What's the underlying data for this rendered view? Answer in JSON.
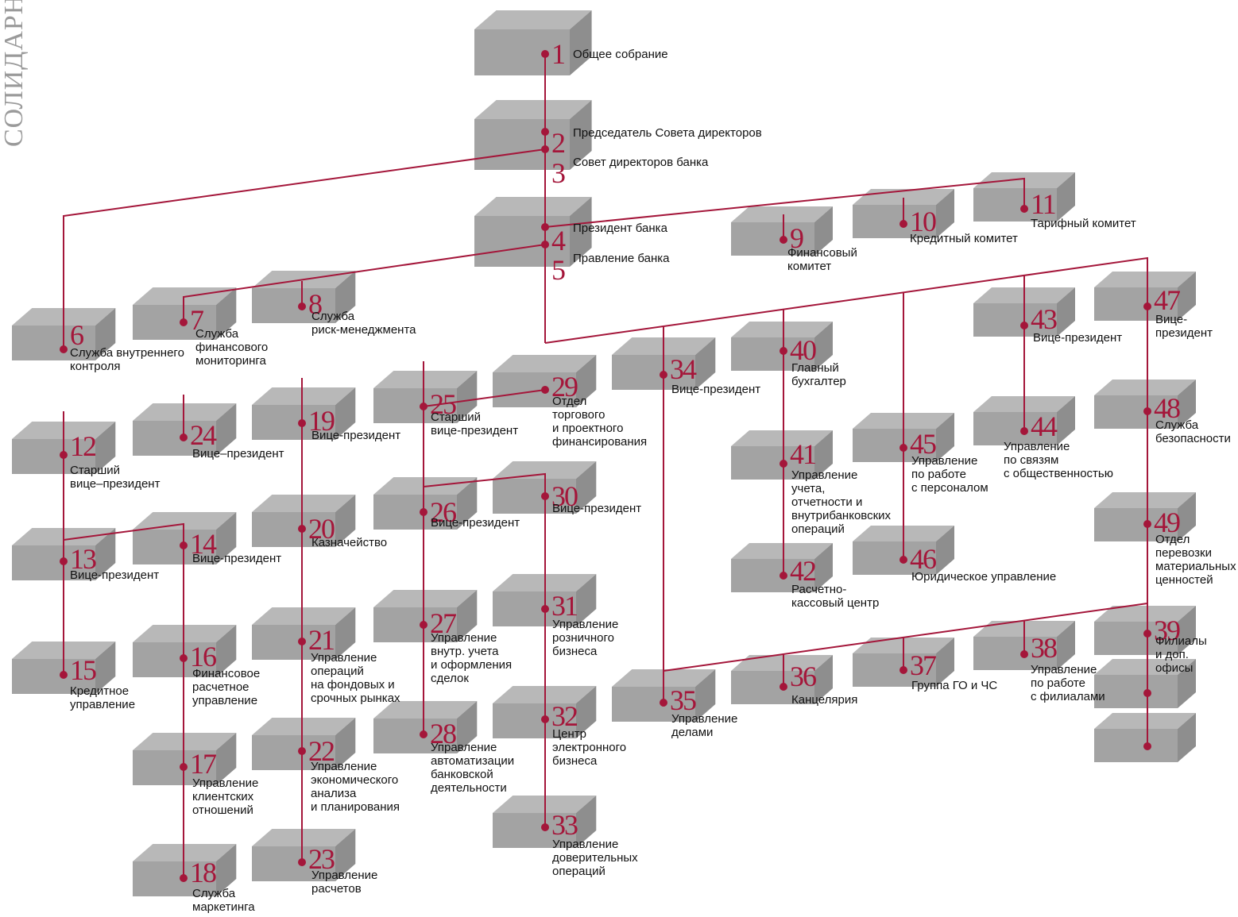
{
  "colors": {
    "connector": "#a4163a",
    "box_top": "#b8b8b8",
    "box_front": "#a3a3a3",
    "box_side": "#8e8e8e"
  },
  "watermark": "СОЛИДАРН",
  "units": [
    {
      "id": 1,
      "num": "1",
      "label": [
        "Общее собрание"
      ]
    },
    {
      "id": 2,
      "num": "2",
      "label": [
        "Председатель Совета директоров"
      ]
    },
    {
      "id": 3,
      "num": "3",
      "label": [
        "Совет директоров банка"
      ]
    },
    {
      "id": 4,
      "num": "4",
      "label": [
        "Президент банка"
      ]
    },
    {
      "id": 5,
      "num": "5",
      "label": [
        "Правление банка"
      ]
    },
    {
      "id": 6,
      "num": "6",
      "label": [
        "Служба внутреннего",
        "контроля"
      ]
    },
    {
      "id": 7,
      "num": "7",
      "label": [
        "Служба",
        "финансового",
        "мониторинга"
      ]
    },
    {
      "id": 8,
      "num": "8",
      "label": [
        "Служба",
        "риск-менеджмента"
      ]
    },
    {
      "id": 9,
      "num": "9",
      "label": [
        "Финансовый",
        "комитет"
      ]
    },
    {
      "id": 10,
      "num": "10",
      "label": [
        "Кредитный комитет"
      ]
    },
    {
      "id": 11,
      "num": "11",
      "label": [
        "Тарифный комитет"
      ]
    },
    {
      "id": 12,
      "num": "12",
      "label": [
        "Старший",
        "вице–президент"
      ]
    },
    {
      "id": 13,
      "num": "13",
      "label": [
        "Вице-президент"
      ]
    },
    {
      "id": 14,
      "num": "14",
      "label": [
        "Вице-президент"
      ]
    },
    {
      "id": 15,
      "num": "15",
      "label": [
        "Кредитное",
        "управление"
      ]
    },
    {
      "id": 16,
      "num": "16",
      "label": [
        "Финансовое",
        "расчетное",
        "управление"
      ]
    },
    {
      "id": 17,
      "num": "17",
      "label": [
        "Управление",
        "клиентских",
        "отношений"
      ]
    },
    {
      "id": 18,
      "num": "18",
      "label": [
        "Служба",
        "маркетинга"
      ]
    },
    {
      "id": 19,
      "num": "19",
      "label": [
        "Вице-президент"
      ]
    },
    {
      "id": 20,
      "num": "20",
      "label": [
        "Казначейство"
      ]
    },
    {
      "id": 21,
      "num": "21",
      "label": [
        "Управление",
        "операций",
        "на фондовых и",
        "срочных рынках"
      ]
    },
    {
      "id": 22,
      "num": "22",
      "label": [
        "Управление",
        "экономического",
        "анализа",
        "и планирования"
      ]
    },
    {
      "id": 23,
      "num": "23",
      "label": [
        "Управление",
        "расчетов"
      ]
    },
    {
      "id": 24,
      "num": "24",
      "label": [
        "Вице–президент"
      ]
    },
    {
      "id": 25,
      "num": "25",
      "label": [
        "Старший",
        "вице-президент"
      ]
    },
    {
      "id": 26,
      "num": "26",
      "label": [
        "Вице-президент"
      ]
    },
    {
      "id": 27,
      "num": "27",
      "label": [
        "Управление",
        "внутр. учета",
        "и оформления",
        "сделок"
      ]
    },
    {
      "id": 28,
      "num": "28",
      "label": [
        "Управление",
        "автоматизации",
        "банковской",
        "деятельности"
      ]
    },
    {
      "id": 29,
      "num": "29",
      "label": [
        "Отдел",
        "торгового",
        "и проектного",
        "финансирования"
      ]
    },
    {
      "id": 30,
      "num": "30",
      "label": [
        "Вице-президент"
      ]
    },
    {
      "id": 31,
      "num": "31",
      "label": [
        "Управление",
        "розничного",
        "бизнеса"
      ]
    },
    {
      "id": 32,
      "num": "32",
      "label": [
        "Центр",
        "электронного",
        "бизнеса"
      ]
    },
    {
      "id": 33,
      "num": "33",
      "label": [
        "Управление",
        "доверительных",
        "операций"
      ]
    },
    {
      "id": 34,
      "num": "34",
      "label": [
        "Вице-президент"
      ]
    },
    {
      "id": 35,
      "num": "35",
      "label": [
        "Управление",
        "делами"
      ]
    },
    {
      "id": 36,
      "num": "36",
      "label": [
        "Канцелярия"
      ]
    },
    {
      "id": 37,
      "num": "37",
      "label": [
        "Группа ГО и ЧС"
      ]
    },
    {
      "id": 38,
      "num": "38",
      "label": [
        "Управление",
        "по работе",
        "с филиалами"
      ]
    },
    {
      "id": 39,
      "num": "39",
      "label": [
        "Филиалы",
        "и доп.",
        "офисы"
      ]
    },
    {
      "id": 40,
      "num": "40",
      "label": [
        "Главный",
        "бухгалтер"
      ]
    },
    {
      "id": 41,
      "num": "41",
      "label": [
        "Управление",
        "учета,",
        "отчетности и",
        "внутрибанковских",
        "операций"
      ]
    },
    {
      "id": 42,
      "num": "42",
      "label": [
        "Расчетно-",
        "кассовый центр"
      ]
    },
    {
      "id": 43,
      "num": "43",
      "label": [
        "Вице-президент"
      ]
    },
    {
      "id": 44,
      "num": "44",
      "label": [
        "Управление",
        "по связям",
        "с общественностью"
      ]
    },
    {
      "id": 45,
      "num": "45",
      "label": [
        "Управление",
        "по работе",
        "с персоналом"
      ]
    },
    {
      "id": 46,
      "num": "46",
      "label": [
        "Юридическое управление"
      ]
    },
    {
      "id": 47,
      "num": "47",
      "label": [
        "Вице-",
        "президент"
      ]
    },
    {
      "id": 48,
      "num": "48",
      "label": [
        "Служба",
        "безопасности"
      ]
    },
    {
      "id": 49,
      "num": "49",
      "label": [
        "Отдел",
        "перевозки",
        "материальных",
        "ценностей"
      ]
    }
  ]
}
